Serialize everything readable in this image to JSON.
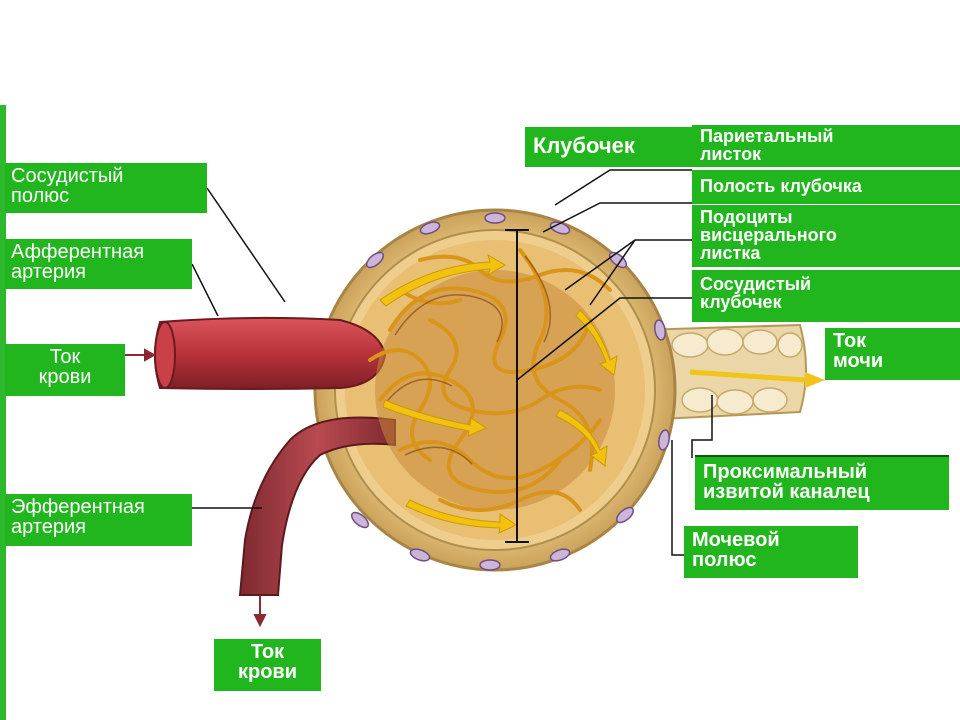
{
  "labels": {
    "vascular_pole": [
      "Сосудистый",
      "полюс"
    ],
    "afferent_artery": [
      "Афферентная",
      "артерия"
    ],
    "blood_flow_in": [
      "Ток",
      "крови"
    ],
    "efferent_artery": [
      "Эфферентная",
      "артерия"
    ],
    "blood_flow_out": [
      "Ток",
      "крови"
    ],
    "glomerulus": "Клубочек",
    "parietal_layer": [
      "Париетальный",
      "листок"
    ],
    "glomerular_cavity": "Полость клубочка",
    "podocytes": [
      "Подоциты",
      "висцерального",
      "листка"
    ],
    "vascular_glomerulus": [
      "Сосудистый",
      "клубочек"
    ],
    "urine_flow": [
      "Ток",
      "мочи"
    ],
    "proximal_tubule": [
      "Проксимальный",
      "извитой каналец"
    ],
    "urinary_pole": [
      "Мочевой",
      "полюс"
    ]
  },
  "colors": {
    "label_bg": "#22b61e",
    "label_text": "#ffffff",
    "artery": "#b8323a",
    "capsule": "#e8c98a",
    "capillaries": "#d9941a"
  }
}
